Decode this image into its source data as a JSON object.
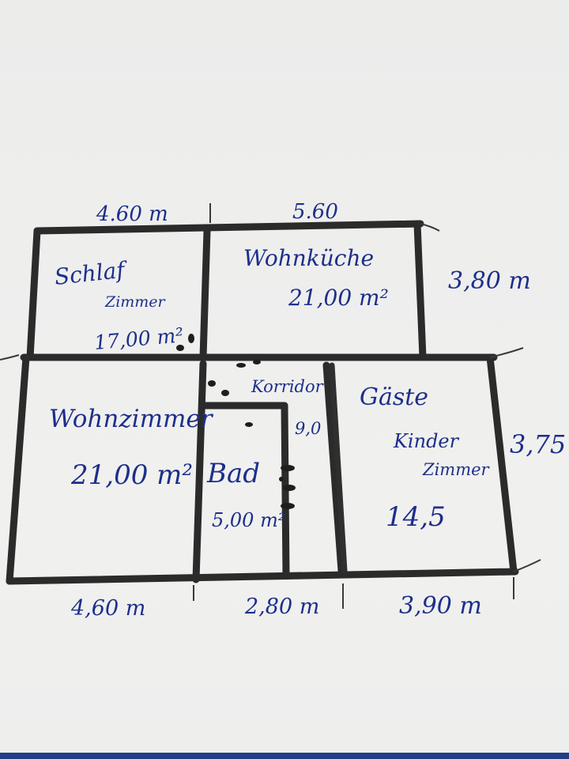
{
  "rooms": {
    "schlaf": {
      "line1": "Schlaf",
      "line2": "Zimmer",
      "area": "17,00 m²"
    },
    "wohnkueche": {
      "name": "Wohnküche",
      "area": "21,00 m²"
    },
    "wohnzimmer": {
      "name": "Wohnzimmer",
      "area": "21,00 m²"
    },
    "korridor": {
      "name": "Korridor",
      "area": "9,0"
    },
    "bad": {
      "name": "Bad",
      "area": "5,00 m²"
    },
    "gaeste": {
      "line1": "Gäste",
      "line2": "Kinder",
      "line3": "Zimmer",
      "area": "14,5"
    }
  },
  "dimensions": {
    "top_left": "4.60 m",
    "top_right": "5.60",
    "right_upper": "3,80 m",
    "right_lower": "3,75",
    "bottom_left": "4,60 m",
    "bottom_middle": "2,80 m",
    "bottom_right": "3,90 m"
  },
  "colors": {
    "ink": "#1d2f8a",
    "walls": "#2b2b2b",
    "paper": "#eeeeed"
  }
}
